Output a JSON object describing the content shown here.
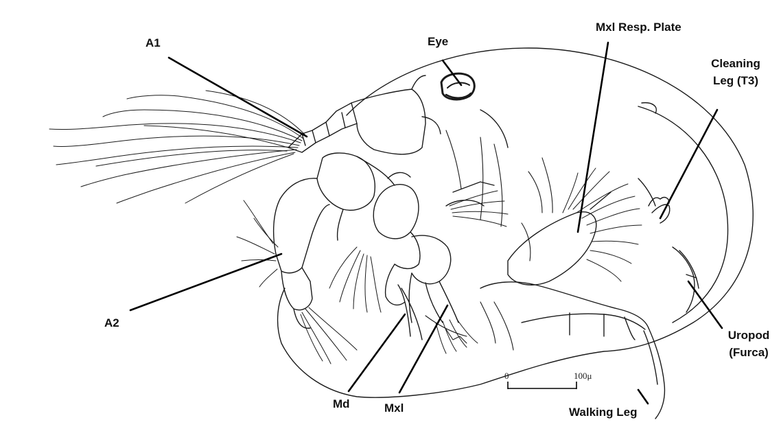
{
  "labels": {
    "a1": "A1",
    "eye": "Eye",
    "mxl_resp_plate": "Mxl Resp. Plate",
    "cleaning_leg_1": "Cleaning",
    "cleaning_leg_2": "Leg (T3)",
    "a2": "A2",
    "uropod_1": "Uropod",
    "uropod_2": "(Furca)",
    "md": "Md",
    "mxl": "Mxl",
    "walking_leg": "Walking Leg"
  },
  "scale_bar": {
    "start": "0",
    "end": "100",
    "unit": "μ"
  }
}
